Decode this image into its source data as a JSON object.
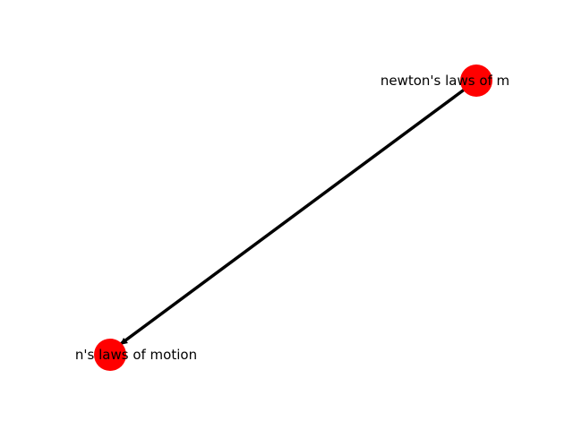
{
  "graph": {
    "node_color": "#ff0000",
    "edge_color": "#000000",
    "directed": true,
    "nodes": [
      {
        "id": "source",
        "label": "newton's laws of m"
      },
      {
        "id": "target",
        "label": "n's laws of motion"
      }
    ],
    "edges": [
      {
        "from": "source",
        "to": "target"
      }
    ]
  }
}
